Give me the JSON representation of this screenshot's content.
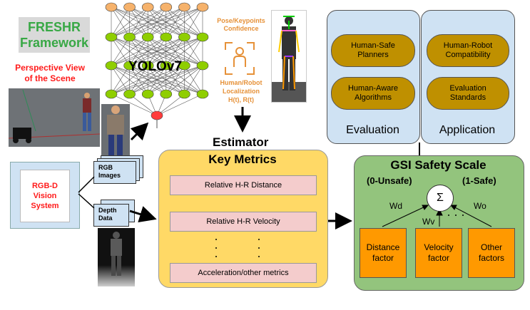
{
  "title": {
    "line1": "FRESHR",
    "line2": "Framework"
  },
  "perspective_label": {
    "line1": "Perspective View",
    "line2": "of the Scene"
  },
  "rgbd": {
    "line1": "RGB-D",
    "line2": "Vision",
    "line3": "System"
  },
  "rgb_images": {
    "line1": "RGB",
    "line2": "Images"
  },
  "depth_data": {
    "line1": "Depth",
    "line2": "Data"
  },
  "yolo": {
    "label": "YOLOv7"
  },
  "pose_confidence": {
    "line1": "Pose/Keypoints",
    "line2": "Confidence"
  },
  "localization": {
    "line1": "Human/Robot",
    "line2": "Localization",
    "line3": "H(t), R(t)"
  },
  "estimator": {
    "label": "Estimator",
    "heading": "Key Metrics",
    "metrics": [
      "Relative H-R Distance",
      "Relative H-R Velocity",
      "Acceleration/other metrics"
    ]
  },
  "evaluation": {
    "label": "Evaluation",
    "items": [
      {
        "line1": "Human-Safe",
        "line2": "Planners"
      },
      {
        "line1": "Human-Aware",
        "line2": "Algorithms"
      }
    ]
  },
  "application": {
    "label": "Application",
    "items": [
      {
        "line1": "Human-Robot",
        "line2": "Compatibility"
      },
      {
        "line1": "Evaluation",
        "line2": "Standards"
      }
    ]
  },
  "gsi": {
    "title": "GSI Safety Scale",
    "unsafe": "(0-Unsafe)",
    "safe": "(1-Safe)",
    "sum_symbol": "Σ",
    "weights": {
      "wd": "Wd",
      "wv": "Wv",
      "wo": "Wo"
    },
    "factors": [
      {
        "line1": "Distance",
        "line2": "factor"
      },
      {
        "line1": "Velocity",
        "line2": "factor"
      },
      {
        "line1": "Other",
        "line2": "factors"
      }
    ]
  },
  "colors": {
    "title_green": "#38a845",
    "red_label": "#ff1a1a",
    "orange_label": "#e69138",
    "estimator_fill": "#ffd966",
    "metric_fill": "#f4cccc",
    "panel_blue": "#cfe2f3",
    "pill_gold": "#bf9000",
    "gsi_green": "#93c47d",
    "factor_orange": "#ff9900",
    "nn_orange": "#f6b26b",
    "nn_green": "#8fce00",
    "nn_red": "#ff3b3b"
  }
}
